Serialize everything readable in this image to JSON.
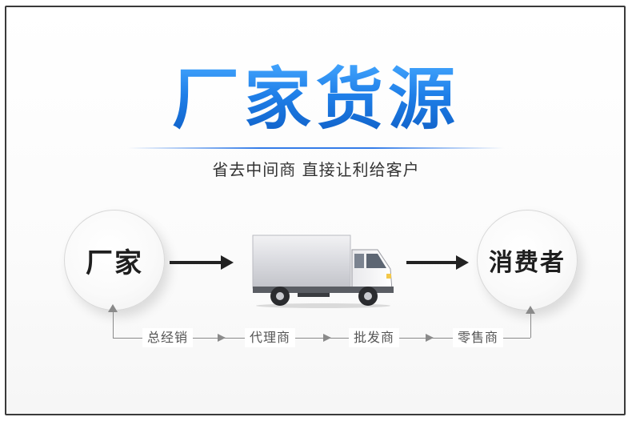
{
  "headline": "厂家货源",
  "subtitle": "省去中间商 直接让利给客户",
  "flow": {
    "source": "厂家",
    "destination": "消费者"
  },
  "chain": {
    "steps": [
      "总经销",
      "代理商",
      "批发商",
      "零售商"
    ]
  },
  "icons": {
    "vehicle": "delivery-truck-icon",
    "arrow": "arrow-right-icon"
  },
  "colors": {
    "headline_blue": "#1e7de6",
    "text_dark": "#1f1f1f",
    "chain_gray": "#8a8a8a"
  }
}
